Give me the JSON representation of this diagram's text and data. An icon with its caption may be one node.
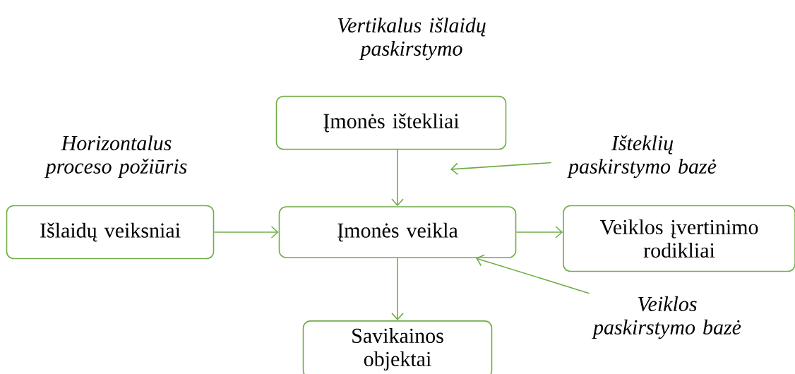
{
  "diagram": {
    "nodes": [
      {
        "text": [
          "Įmonės ištekliai"
        ]
      },
      {
        "text": [
          "Išlaidų veiksniai"
        ]
      },
      {
        "text": [
          "Įmonės veikla"
        ]
      },
      {
        "text": [
          "Veiklos įvertinimo rodikliai"
        ]
      },
      {
        "text": [
          "Savikainos objektai"
        ]
      },
      {
        "text": [
          "Išteklių paskirstymo bazė"
        ]
      },
      {
        "text": [
          "Veiklos paskirstymo bazė"
        ]
      }
    ],
    "edges": [
      {
        "from": 0,
        "to": 2,
        "arrow": "to"
      },
      {
        "from": 1,
        "to": 2,
        "arrow": "to"
      },
      {
        "from": 2,
        "to": 3,
        "arrow": "to"
      },
      {
        "from": 2,
        "to": 4,
        "arrow": "to"
      },
      {
        "from": 5,
        "to": null,
        "arrow": "to"
      },
      {
        "from": 6,
        "to": 2,
        "arrow": "to"
      }
    ],
    "labels": [
      "Vertikalus išlaidų paskirstymo",
      "Horizontalus proceso požiūris"
    ]
  }
}
